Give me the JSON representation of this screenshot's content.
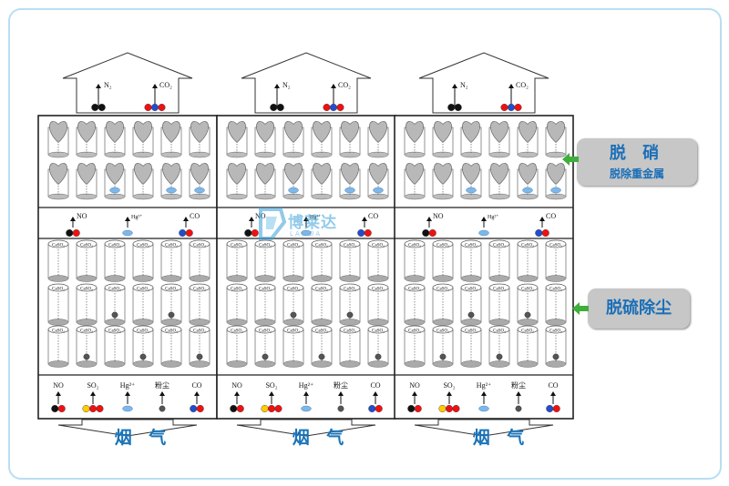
{
  "units": [
    {
      "top": {
        "left": "N₂",
        "right": "CO₂"
      },
      "mid": {
        "no": "NO",
        "hg": "Hg²⁺",
        "co": "CO"
      },
      "bottom": {
        "no": "NO",
        "so2": "SO₂",
        "hg": "Hg²⁺",
        "dust": "粉尘",
        "co": "CO"
      },
      "flue_label": "烟 气"
    },
    {
      "top": {
        "left": "N₂",
        "right": "CO₂"
      },
      "mid": {
        "no": "NO",
        "hg": "Hg²⁺",
        "co": "CO"
      },
      "bottom": {
        "no": "NO",
        "so2": "SO₂",
        "hg": "Hg²⁺",
        "dust": "粉尘",
        "co": "CO"
      },
      "flue_label": "烟 气"
    },
    {
      "top": {
        "left": "N₂",
        "right": "CO₂"
      },
      "mid": {
        "no": "NO",
        "hg": "Hg²⁺",
        "co": "CO"
      },
      "bottom": {
        "no": "NO",
        "so2": "SO₂",
        "hg": "Hg²⁺",
        "dust": "粉尘",
        "co": "CO"
      },
      "flue_label": "烟 气"
    }
  ],
  "labels": {
    "denitration_line1": "脱 硝",
    "denitration_line2": "脱除重金属",
    "desulfurization": "脱硫除尘"
  },
  "catalyst_tag": "CaSO₄",
  "watermark": {
    "text": "博莱达",
    "sub": "LAI DA"
  },
  "colors": {
    "arrow_green": "#3fae3a",
    "label_text": "#1a6fb8",
    "label_bg": "#c7c7c7",
    "frame": "#b9def3"
  }
}
